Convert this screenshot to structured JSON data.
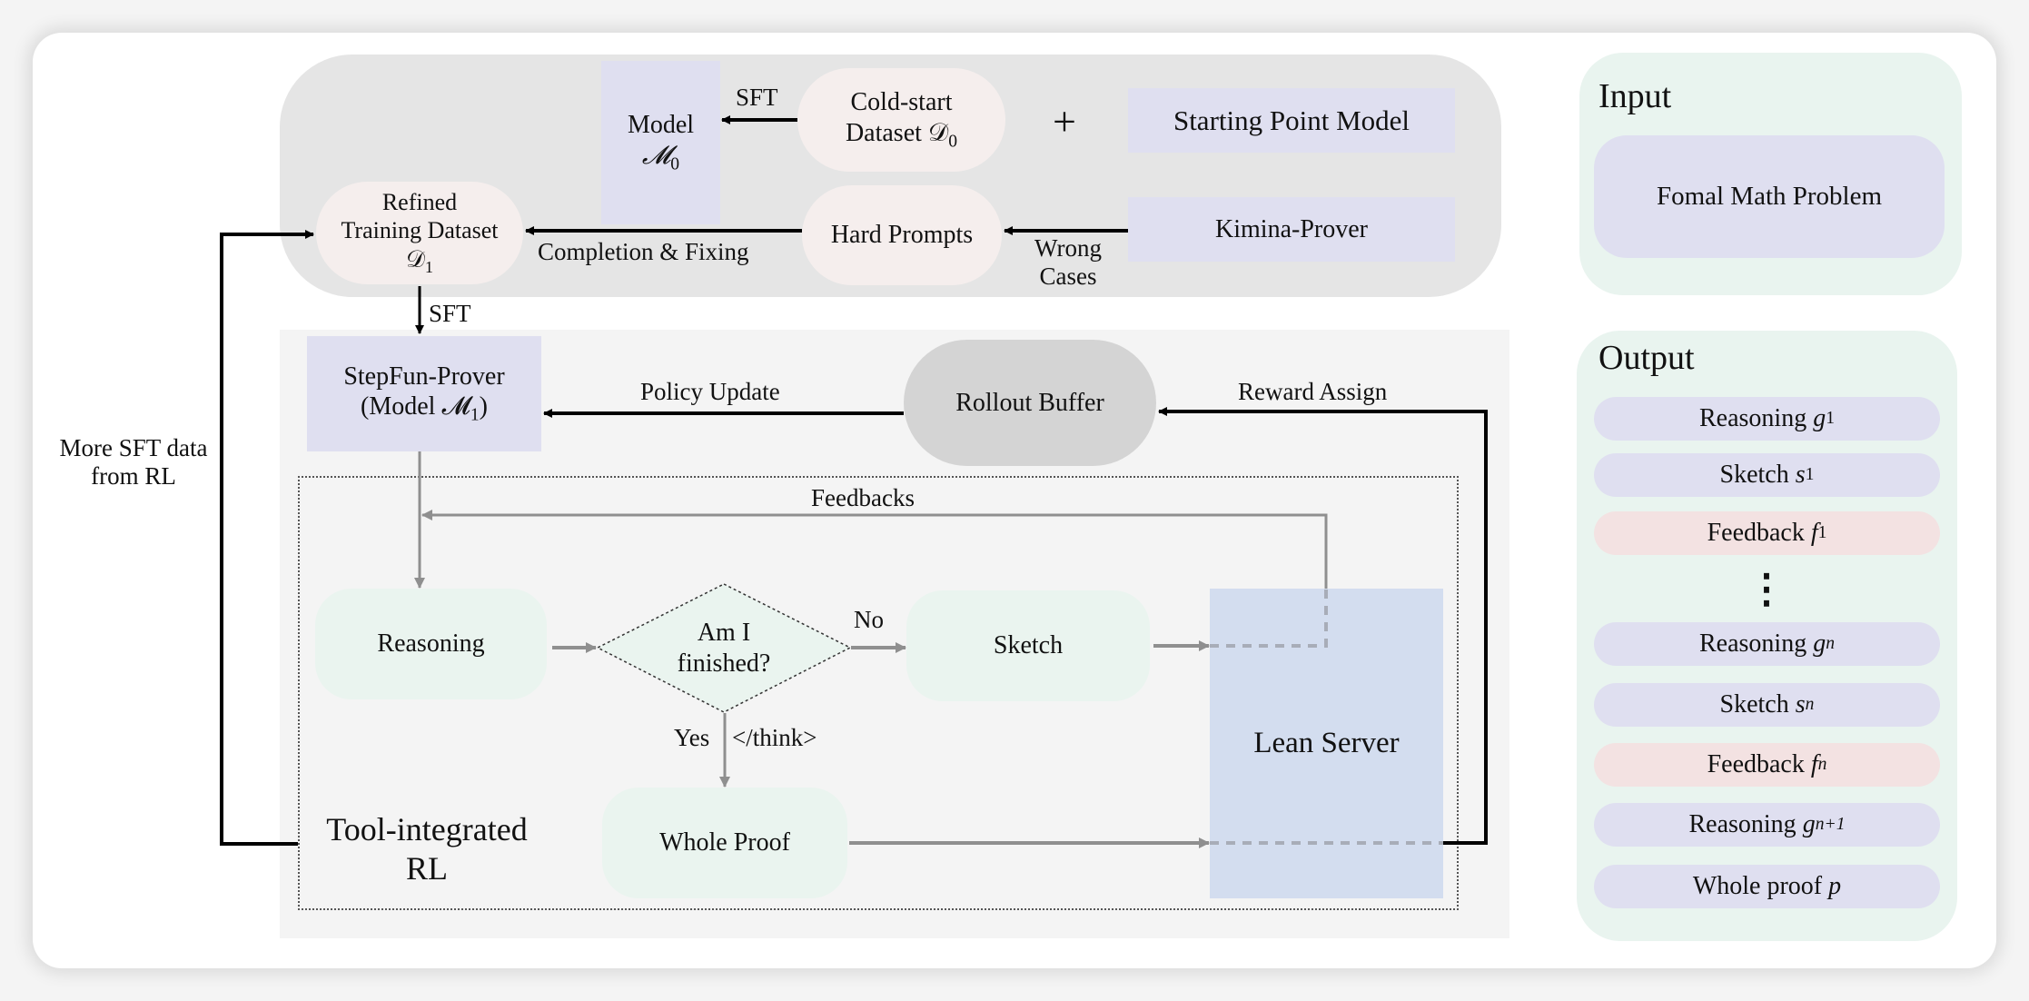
{
  "top": {
    "model0": {
      "line1": "Model",
      "line2": "𝓜",
      "sub": "0"
    },
    "cold_start": {
      "line1": "Cold-start",
      "line2": "Dataset 𝒟",
      "sub": "0"
    },
    "plus": "+",
    "starting_point": "Starting Point Model",
    "refined": {
      "line1": "Refined",
      "line2": "Training Dataset",
      "line3": "𝒟",
      "sub": "1"
    },
    "hard_prompts": "Hard Prompts",
    "kimina": "Kimina-Prover",
    "edge_sft_top": "SFT",
    "edge_completion": "Completion & Fixing",
    "edge_wrong": {
      "line1": "Wrong",
      "line2": "Cases"
    }
  },
  "middle": {
    "edge_sft": "SFT",
    "stepfun": {
      "line1": "StepFun-Prover",
      "line2": "(Model 𝓜",
      "sub": "1",
      "close": ")"
    },
    "rollout_buffer": "Rollout Buffer",
    "edge_policy": "Policy Update",
    "edge_reward": "Reward Assign",
    "more_sft": {
      "line1": "More SFT data",
      "line2": "from RL"
    }
  },
  "rl_loop": {
    "feedbacks": "Feedbacks",
    "reasoning": "Reasoning",
    "decision": {
      "line1": "Am I",
      "line2": "finished?"
    },
    "edge_no": "No",
    "edge_yes": "Yes",
    "edge_think": "</think>",
    "sketch": "Sketch",
    "lean_server": "Lean Server",
    "whole_proof": "Whole Proof",
    "title": {
      "line1": "Tool-integrated",
      "line2": "RL"
    }
  },
  "input_panel": {
    "title": "Input",
    "item": "Fomal Math Problem"
  },
  "output_panel": {
    "title": "Output",
    "ellipsis": "⋮",
    "items": [
      {
        "label": "Reasoning",
        "var": "g",
        "sub": "1",
        "kind": "reasoning"
      },
      {
        "label": "Sketch",
        "var": "s",
        "sub": "1",
        "kind": "sketch"
      },
      {
        "label": "Feedback",
        "var": "f",
        "sub": "1",
        "kind": "feedback"
      },
      {
        "label": "Reasoning",
        "var": "g",
        "sub": "n",
        "kind": "reasoning"
      },
      {
        "label": "Sketch",
        "var": "s",
        "sub": "n",
        "kind": "sketch"
      },
      {
        "label": "Feedback",
        "var": "f",
        "sub": "n",
        "kind": "feedback"
      },
      {
        "label": "Reasoning",
        "var": "g",
        "sub": "n+1",
        "kind": "reasoning"
      },
      {
        "label": "Whole proof",
        "var": "p",
        "sub": "",
        "kind": "proof"
      }
    ]
  },
  "colors": {
    "model_box": "#dfdff0",
    "dataset_pill": "#f5eeed",
    "rl_step": "#eaf4ef",
    "lean_server": "#d3ddef",
    "rollout": "#d4d4d4",
    "feedback_pill": "#f3e2e2",
    "side_panel": "#e9f4ef",
    "arrow_black": "#000000",
    "arrow_gray": "#8f8f8f"
  }
}
